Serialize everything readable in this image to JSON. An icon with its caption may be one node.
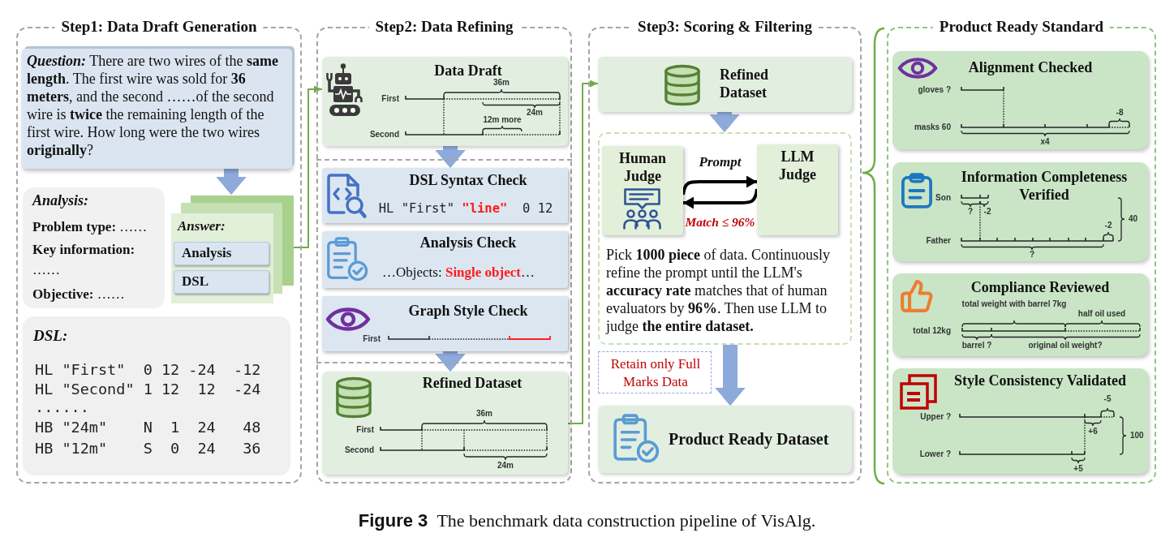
{
  "diagram": {
    "caption": "**Figure 3** The benchmark data construction pipeline of VisAlg.",
    "nodes": [
      {
        "text": [
          "Step1: Data Draft Generation"
        ]
      },
      {
        "text": [
          "**Question:** There are two wires of the **same length**. The first wire was sold for **36 meters**, and the second ……of the second wire is **twice** the remaining length of the first wire. How long were the two wires **originally**?"
        ],
        "in": 0
      },
      {
        "text": [
          "Analysis:",
          "**Problem type:** ……",
          "Key information:",
          "……",
          "**Objective:** ……"
        ],
        "in": 0
      },
      {
        "text": [
          "Answer:"
        ],
        "in": 0
      },
      {
        "text": [
          "Analysis"
        ],
        "in": 3
      },
      {
        "text": [
          "DSL"
        ],
        "in": 3
      },
      {
        "text": [
          "DSL:",
          "HL \"First\"  0 12 -24  -12",
          "HL \"Second\" 1 12  12  -24",
          "......",
          "HB \"24m\"    N  1  24   48",
          "HB \"12m\"    S  0  24   36"
        ],
        "in": 0
      },
      {
        "text": [
          "Step2: Data Refining"
        ]
      },
      {
        "text": [
          "Data Draft",
          "36m",
          "First",
          "24m",
          "12m more",
          "Second"
        ],
        "in": 7
      },
      {
        "text": [],
        "shape": "box",
        "in": 7
      },
      {
        "text": [
          "DSL Syntax Check",
          "HL \"First\" **\"line\"**  0 12"
        ],
        "in": 9
      },
      {
        "text": [
          "Analysis Check",
          "…Objects: **Single object**…"
        ],
        "in": 9
      },
      {
        "text": [
          "Graph Style Check",
          "First"
        ],
        "in": 9
      },
      {
        "text": [
          "Refined Dataset",
          "36m",
          "First",
          "Second",
          "24m"
        ],
        "in": 7
      },
      {
        "text": [
          "Step3: Scoring & Filtering"
        ]
      },
      {
        "text": [
          "Refined Dataset"
        ],
        "in": 14
      },
      {
        "text": [
          "Pick **1000 piece** of data. Continuously refine the prompt until the LLM's **accuracy rate** matches that of human evaluators by **96%**. Then use LLM to judge **the entire dataset.**"
        ],
        "in": 14
      },
      {
        "text": [
          "Human Judge"
        ],
        "in": 16
      },
      {
        "text": [
          "LLM Judge"
        ],
        "in": 16
      },
      {
        "text": [
          "Retain only Full Marks Data"
        ],
        "in": 14
      },
      {
        "text": [
          "Product Ready Dataset"
        ],
        "in": 14
      },
      {
        "text": [
          "Product Ready Standard"
        ]
      },
      {
        "text": [
          "Alignment Checked",
          "gloves ?",
          "-8",
          "masks 60",
          "x4"
        ],
        "in": 21
      },
      {
        "text": [
          "Information Completeness Verified",
          "Son",
          "?",
          "-2",
          "40",
          "-2",
          "Father",
          "?"
        ],
        "in": 21
      },
      {
        "text": [
          "Compliance Reviewed",
          "total weight with barrel 7kg",
          "half oil used",
          "total 12kg",
          "barrel ?",
          "original oil weight?"
        ],
        "in": 21
      },
      {
        "text": [
          "Style Consistency Validated",
          "-5",
          "Upper ?",
          "+6",
          "100",
          "Lower ?",
          "+5"
        ],
        "in": 21
      }
    ],
    "edges": [
      {
        "from": 1,
        "to": 3,
        "arrow": "to"
      },
      {
        "from": 3,
        "to": 8,
        "arrow": "to",
        "color": "#70ad47"
      },
      {
        "from": 8,
        "to": 10,
        "arrow": "to"
      },
      {
        "from": 12,
        "to": 13,
        "arrow": "to"
      },
      {
        "from": 13,
        "to": 15,
        "arrow": "to",
        "color": "#70ad47"
      },
      {
        "from": 15,
        "to": 16,
        "arrow": "to"
      },
      {
        "from": 17,
        "to": 18,
        "arrow": "to",
        "label": "Prompt",
        "color": "#000000"
      },
      {
        "from": 18,
        "to": 17,
        "arrow": "to",
        "label": "Match ≤ 96%",
        "color": "#000000"
      },
      {
        "from": 16,
        "to": 20,
        "arrow": "to"
      }
    ]
  }
}
